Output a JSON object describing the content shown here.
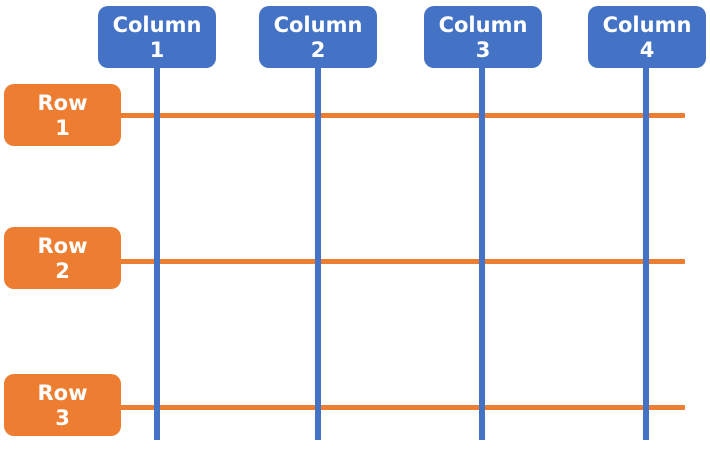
{
  "colors": {
    "column_blue": "#4472C4",
    "row_orange": "#ED7D31",
    "background": "#FFFFFF"
  },
  "columns": [
    {
      "word": "Column",
      "number": "1"
    },
    {
      "word": "Column",
      "number": "2"
    },
    {
      "word": "Column",
      "number": "3"
    },
    {
      "word": "Column",
      "number": "4"
    }
  ],
  "rows": [
    {
      "word": "Row",
      "number": "1"
    },
    {
      "word": "Row",
      "number": "2"
    },
    {
      "word": "Row",
      "number": "3"
    }
  ]
}
